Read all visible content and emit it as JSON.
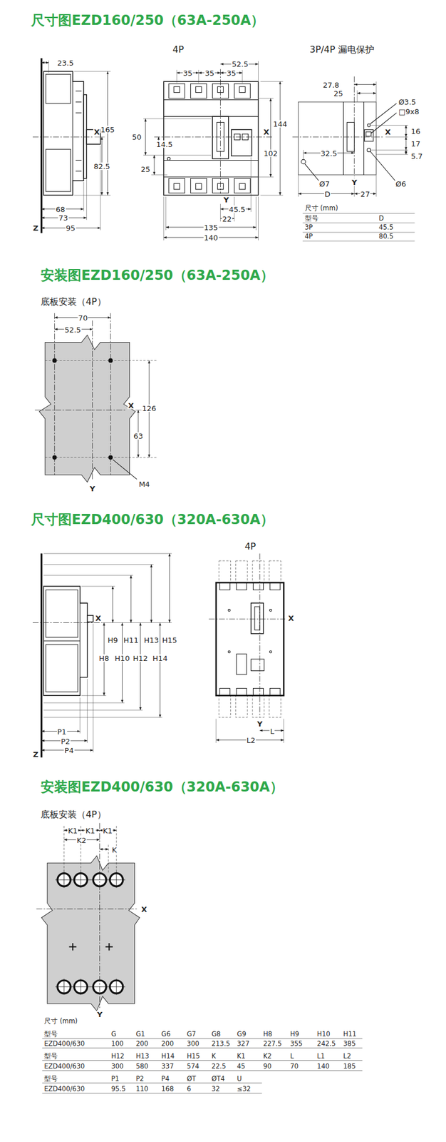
{
  "diagram": {
    "labels": [
      "尺寸图EZD160/250（63A-250A）",
      "23.5",
      "4P",
      "52.5",
      "35",
      "35",
      "35",
      "3P/4P 漏电保护",
      "X",
      "165",
      "82.5",
      "68",
      "73",
      "95",
      "Z",
      "50",
      "14.5",
      "25",
      "X",
      "144",
      "102",
      "Y",
      "22",
      "45.5",
      "135",
      "140",
      "27.8",
      "25",
      "Ø3.5",
      "□9x8",
      "X",
      "16",
      "17",
      "32.5",
      "5.7",
      "Ø7",
      "Ø6",
      "D",
      "Y",
      "27",
      "尺寸 (mm)",
      "型号",
      "D",
      "3P",
      "45.5",
      "4P",
      "80.5",
      "安装图EZD160/250（63A-250A）",
      "底板安装（4P）",
      "70",
      "52.5",
      "X",
      "126",
      "63",
      "M4",
      "Y",
      "尺寸图EZD400/630（320A-630A）",
      "4P",
      "X",
      "H9",
      "H11",
      "H13",
      "H15",
      "H8",
      "H10",
      "H12",
      "H14",
      "P1",
      "P2",
      "P4",
      "Z",
      "X",
      "Y",
      "L",
      "L2",
      "安装图EZD400/630（320A-630A）",
      "底板安装（4P）",
      "K1",
      "K1",
      "K1",
      "K2",
      "K",
      "X",
      "Y",
      "尺寸 (mm)",
      "型号",
      "G",
      "G1",
      "G6",
      "G7",
      "G8",
      "G9",
      "H8",
      "H9",
      "H10",
      "H11",
      "EZD400/630",
      "100",
      "200",
      "200",
      "300",
      "213.5",
      "327",
      "227.5",
      "355",
      "242.5",
      "385",
      "型号",
      "H12",
      "H13",
      "H14",
      "H15",
      "K",
      "K1",
      "K2",
      "L",
      "L1",
      "L2",
      "EZD400/630",
      "300",
      "580",
      "337",
      "574",
      "22.5",
      "45",
      "90",
      "70",
      "140",
      "185",
      "型号",
      "P1",
      "P2",
      "P4",
      "ØT",
      "ØT4",
      "U",
      "EZD400/630",
      "95.5",
      "110",
      "168",
      "6",
      "32",
      "≤32"
    ]
  }
}
